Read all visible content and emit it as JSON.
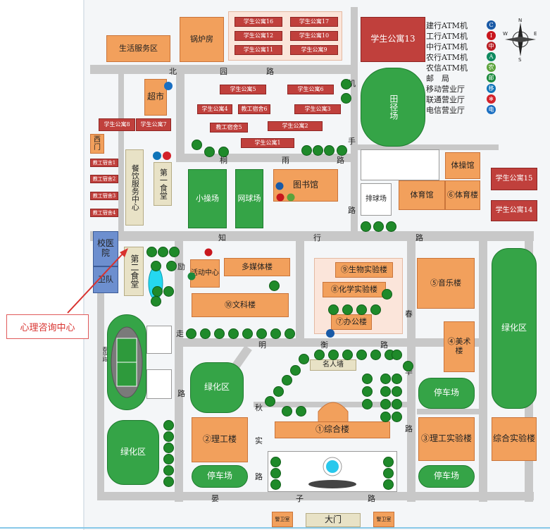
{
  "roads": {
    "north": [
      "北",
      "园",
      "路"
    ],
    "tongyu": [
      "桐",
      "雨",
      "路"
    ],
    "zhixing": [
      "知",
      "行",
      "路"
    ],
    "mingheng": [
      "明",
      "衡",
      "路"
    ],
    "jishou": [
      "机",
      "手",
      "路"
    ],
    "li": [
      "励",
      "走"
    ],
    "chunhua": [
      "春",
      "华",
      "路"
    ],
    "qiushi": [
      "秋",
      "实",
      "路"
    ],
    "jiaozi": [
      "晏",
      "子",
      "路"
    ],
    "side": "春华路"
  },
  "buildings": {
    "life_service": "生活服务区",
    "boiler": "锅炉房",
    "dorm16": "学生公寓16",
    "dorm17": "学生公寓17",
    "dorm12": "学生公寓12",
    "dorm10": "学生公寓10",
    "dorm11": "学生公寓11",
    "dorm9": "学生公寓9",
    "dorm13": "学生公寓13",
    "supermarket": "超市",
    "dorm5": "学生公寓5",
    "dorm6": "学生公寓6",
    "dorm8": "学生公寓8",
    "dorm7": "学生公寓7",
    "dorm4": "学生公寓4",
    "staff6": "教工宿舍6",
    "dorm3": "学生公寓3",
    "staff5": "教工宿舍5",
    "dorm2": "学生公寓2",
    "dorm1": "学生公寓1",
    "west_gate": "西门",
    "staff1": "教工宿舍1",
    "staff2": "教工宿舍2",
    "staff3": "教工宿舍3",
    "staff4": "教工宿舍4",
    "dining_center": "餐饮服务中心",
    "canteen1": "第一食堂",
    "small_field": "小操场",
    "tennis": "网球场",
    "library": "图书馆",
    "track": "田径场",
    "gymnastics": "体操馆",
    "dorm15": "学生公寓15",
    "volleyball": "排球场",
    "gym": "体育馆",
    "gym6": "⑥体育楼",
    "dorm14": "学生公寓14",
    "hospital": "校医院",
    "guard": "卫队",
    "canteen2": "第二食堂",
    "activity": "活动中心",
    "multimedia": "多媒体楼",
    "bio_lab": "⑨生物实验楼",
    "chem_lab": "⑧化学实验楼",
    "office": "⑦办公楼",
    "liberal": "⑩文科楼",
    "music": "⑤音乐楼",
    "art": "④美术楼",
    "greenbelt_right": "绿化区",
    "name_wall": "名人墙",
    "greenbelt_mid": "绿化区",
    "comprehensive": "①综合楼",
    "parking1": "停车场",
    "engineering": "②理工楼",
    "sci_lab": "③理工实验楼",
    "comp_lab": "综合实验楼",
    "greenbelt_left": "绿化区",
    "parking2": "停车场",
    "parking3": "停车场",
    "main_gate": "大门",
    "guard_left": "警卫室",
    "guard_right": "警卫室"
  },
  "legend": [
    {
      "label": "建行ATM机",
      "icon": "ccb-icon",
      "color": "#1a5aa6"
    },
    {
      "label": "工行ATM机",
      "icon": "icbc-icon",
      "color": "#c8161d"
    },
    {
      "label": "中行ATM机",
      "icon": "boc-icon",
      "color": "#b81c22"
    },
    {
      "label": "农行ATM机",
      "icon": "abc-icon",
      "color": "#0e8a5f"
    },
    {
      "label": "农信ATM机",
      "icon": "rcc-icon",
      "color": "#5ba33b"
    },
    {
      "label": "邮　局",
      "icon": "post-icon",
      "color": "#1a8a3c"
    },
    {
      "label": "移动营业厅",
      "icon": "mobile-icon",
      "color": "#0f74b8"
    },
    {
      "label": "联通营业厅",
      "icon": "unicom-icon",
      "color": "#d3222a"
    },
    {
      "label": "电信营业厅",
      "icon": "telecom-icon",
      "color": "#1a6fc2"
    }
  ],
  "compass": {
    "n": "N",
    "s": "S",
    "e": "E",
    "w": "W"
  },
  "callout": "心理咨询中心",
  "colors": {
    "building": "#f2a05c",
    "dorm": "#c0403c",
    "green": "#35a447",
    "road": "#c8c8c8",
    "callout": "#d8322e"
  }
}
